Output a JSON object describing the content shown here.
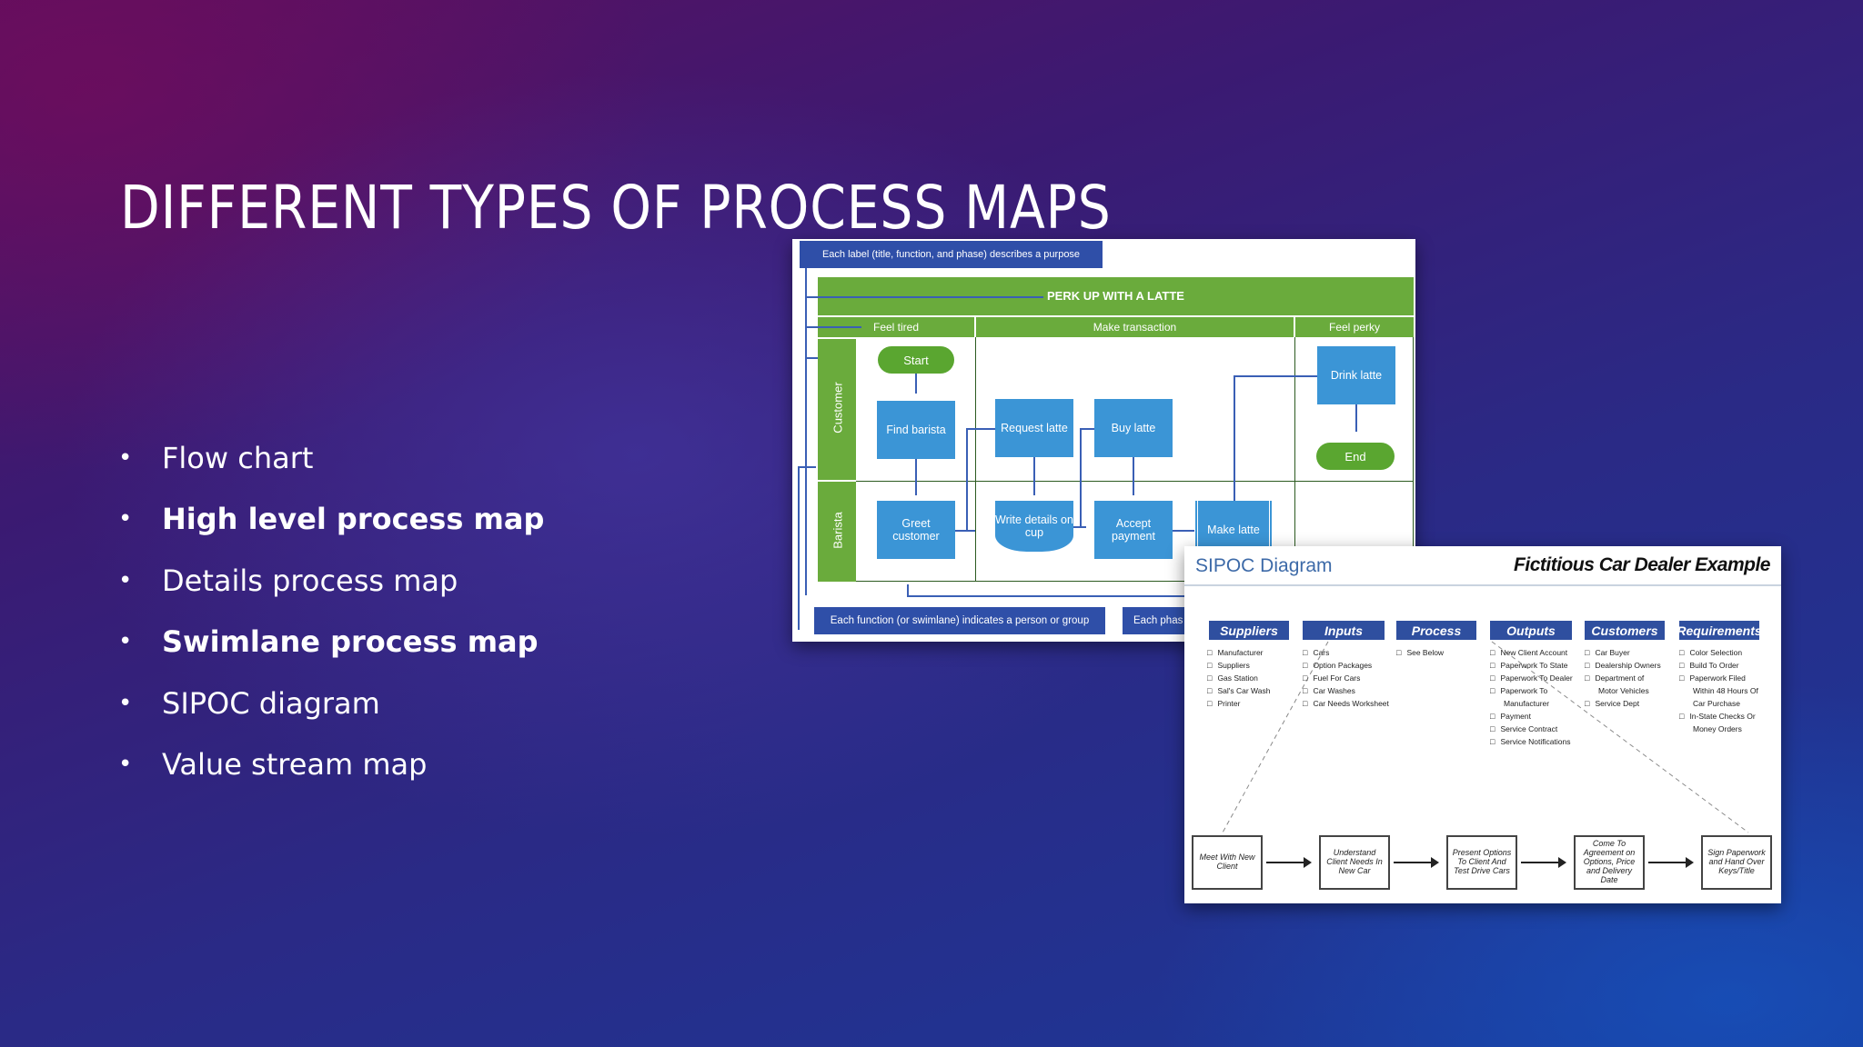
{
  "slide": {
    "title": "DIFFERENT TYPES OF PROCESS MAPS",
    "bullet_symbol": "•",
    "bullets": [
      {
        "text": "Flow chart",
        "bold": false
      },
      {
        "text": "High level process map",
        "bold": true
      },
      {
        "text": "Details process map",
        "bold": false
      },
      {
        "text": "Swimlane process map",
        "bold": true
      },
      {
        "text": "SIPOC diagram",
        "bold": false
      },
      {
        "text": "Value stream map",
        "bold": false
      }
    ]
  },
  "swimlane": {
    "top_note": "Each label (title, function, and phase) describes a purpose",
    "title": "PERK UP WITH A LATTE",
    "phases": [
      "Feel tired",
      "Make transaction",
      "Feel perky"
    ],
    "lanes": [
      "Customer",
      "Barista"
    ],
    "nodes": {
      "start": "Start",
      "find_barista": "Find barista",
      "request_latte": "Request latte",
      "buy_latte": "Buy latte",
      "drink_latte": "Drink latte",
      "end": "End",
      "greet_customer": "Greet customer",
      "write_details": "Write details on cup",
      "accept_payment": "Accept payment",
      "make_latte": "Make latte"
    },
    "bottom_note_1": "Each function (or swimlane) indicates a person or group",
    "bottom_note_2": "Each phas",
    "colors": {
      "navy": "#2f4fa8",
      "green": "#6aab3c",
      "blue": "#3b95d6"
    }
  },
  "sipoc": {
    "title": "SIPOC Diagram",
    "subtitle": "Fictitious Car Dealer Example",
    "headers": [
      "Suppliers",
      "Inputs",
      "Process",
      "Outputs",
      "Customers",
      "Requirements"
    ],
    "columns": {
      "suppliers": [
        "Manufacturer",
        "Suppliers",
        "Gas Station",
        "Sal's Car Wash",
        "Printer"
      ],
      "inputs": [
        "Cars",
        "Option Packages",
        "Fuel For Cars",
        "Car Washes",
        "Car Needs Worksheet"
      ],
      "process": [
        "See Below"
      ],
      "outputs": [
        "New Client Account",
        "Paperwork To State",
        "Paperwork To Dealer",
        "Paperwork To",
        "Manufacturer",
        "Payment",
        "Service Contract",
        "Service Notifications"
      ],
      "customers": [
        "Car Buyer",
        "Dealership Owners",
        "Department of",
        "Motor Vehicles",
        "Service Dept"
      ],
      "requirements": [
        "Color Selection",
        "Build To Order",
        "Paperwork Filed",
        "Within 48 Hours Of",
        "Car Purchase",
        "In-State Checks Or",
        "Money Orders"
      ]
    },
    "steps": [
      "Meet With New Client",
      "Understand Client Needs In New Car",
      "Present Options To Client And Test Drive Cars",
      "Come To Agreement on Options, Price and Delivery Date",
      "Sign Paperwork and Hand Over Keys/Title"
    ],
    "colors": {
      "header": "#2f4f9f",
      "title": "#3d6aa8"
    }
  }
}
